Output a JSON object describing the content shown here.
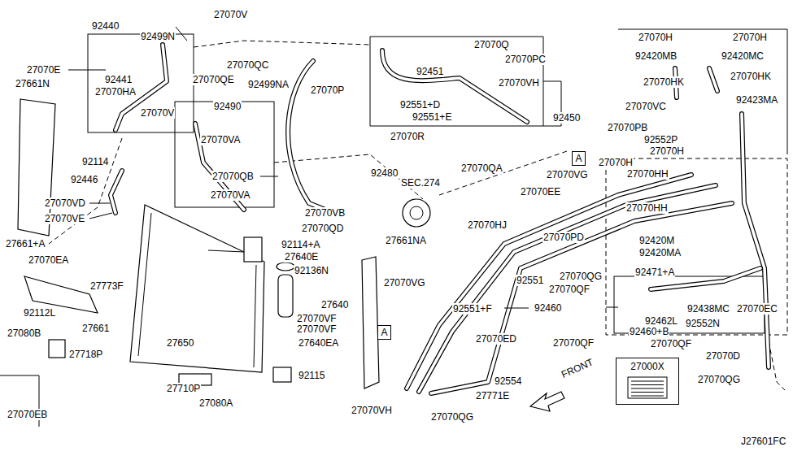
{
  "diagram": {
    "nodes": [
      {
        "text": [
          "A"
        ]
      },
      {
        "text": [
          "A"
        ]
      },
      {
        "text": [
          "27000X"
        ]
      }
    ],
    "labels": [
      "92440",
      "92499N",
      "27070V",
      "27070E",
      "92441",
      "27070HA",
      "27070V",
      "27661N",
      "27070QC",
      "27070QE",
      "92499NA",
      "27070P",
      "92490",
      "27070VA",
      "92114",
      "92446",
      "27070VD",
      "27070VE",
      "27070QB",
      "27070VA",
      "27070VB",
      "27070QD",
      "92480",
      "SEC.274",
      "27070Q",
      "27070PC",
      "92451",
      "27070VH",
      "92551+D",
      "92551+E",
      "92450",
      "27070R",
      "27070QA",
      "27070H",
      "27070H",
      "92420MB",
      "92420MC",
      "27070HK",
      "27070HK",
      "27070VC",
      "92423MA",
      "27070PB",
      "92552P",
      "27070H",
      "27070VG",
      "27070H",
      "27070HH",
      "27070EE",
      "27070HJ",
      "27070HH",
      "27070PD",
      "92420M",
      "92420MA",
      "92114+A",
      "27640E",
      "92136N",
      "27640",
      "27070VF",
      "27070VF",
      "27640EA",
      "92115",
      "27650",
      "27661+A",
      "27070EA",
      "27773F",
      "92112L",
      "27661",
      "27080B",
      "27718P",
      "27710P",
      "27080A",
      "27070EB",
      "27661NA",
      "27070VG",
      "92551",
      "27070QG",
      "27070QF",
      "92460",
      "92551+F",
      "27070ED",
      "27070QF",
      "92554",
      "27771E",
      "27070VH",
      "27070QG",
      "FRONT",
      "92471+A",
      "92438MC",
      "27070EC",
      "92462L",
      "92460+B",
      "92552N",
      "27070QF",
      "27070D",
      "27070QG",
      "J27601FC"
    ]
  }
}
